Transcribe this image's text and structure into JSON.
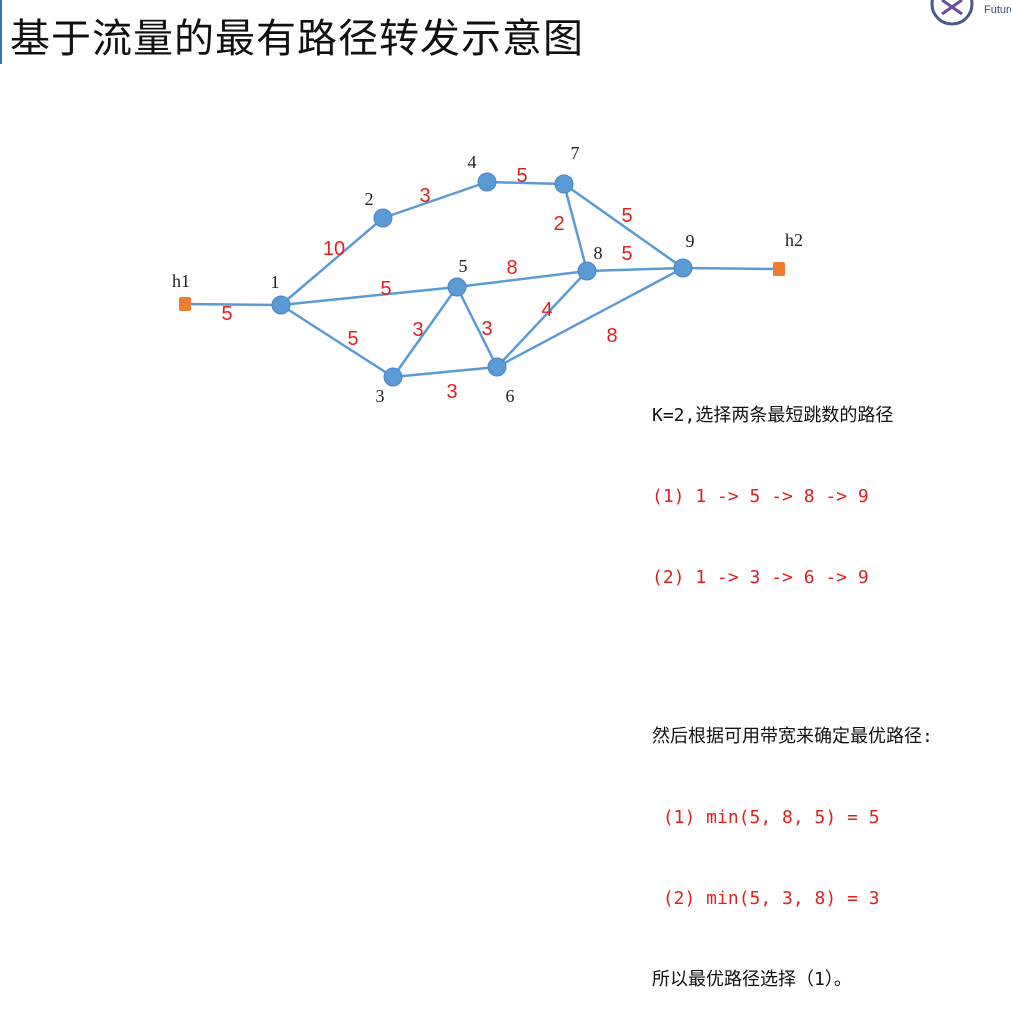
{
  "title": "基于流量的最有路径转发示意图",
  "logo": {
    "text": "Future",
    "icon": "future-x-logo-icon"
  },
  "colors": {
    "edge": "#5b9bd5",
    "node": "#5b9bd5",
    "host": "#ed7d31",
    "edge_label": "#e02020"
  },
  "graph": {
    "nodes": [
      {
        "id": "1",
        "label": "1",
        "type": "switch"
      },
      {
        "id": "2",
        "label": "2",
        "type": "switch"
      },
      {
        "id": "3",
        "label": "3",
        "type": "switch"
      },
      {
        "id": "4",
        "label": "4",
        "type": "switch"
      },
      {
        "id": "5",
        "label": "5",
        "type": "switch"
      },
      {
        "id": "6",
        "label": "6",
        "type": "switch"
      },
      {
        "id": "7",
        "label": "7",
        "type": "switch"
      },
      {
        "id": "8",
        "label": "8",
        "type": "switch"
      },
      {
        "id": "9",
        "label": "9",
        "type": "switch"
      },
      {
        "id": "h1",
        "label": "h1",
        "type": "host"
      },
      {
        "id": "h2",
        "label": "h2",
        "type": "host"
      }
    ],
    "edges": [
      {
        "from": "h1",
        "to": "1",
        "weight": "5"
      },
      {
        "from": "1",
        "to": "2",
        "weight": "10"
      },
      {
        "from": "2",
        "to": "4",
        "weight": "3"
      },
      {
        "from": "4",
        "to": "7",
        "weight": "5"
      },
      {
        "from": "7",
        "to": "8",
        "weight": "2"
      },
      {
        "from": "7",
        "to": "9",
        "weight": "5"
      },
      {
        "from": "1",
        "to": "5",
        "weight": "5"
      },
      {
        "from": "5",
        "to": "8",
        "weight": "8"
      },
      {
        "from": "8",
        "to": "9",
        "weight": "5"
      },
      {
        "from": "1",
        "to": "3",
        "weight": "5"
      },
      {
        "from": "3",
        "to": "5",
        "weight": "3"
      },
      {
        "from": "5",
        "to": "6",
        "weight": "3"
      },
      {
        "from": "3",
        "to": "6",
        "weight": "3"
      },
      {
        "from": "6",
        "to": "8",
        "weight": "4"
      },
      {
        "from": "6",
        "to": "9",
        "weight": "8"
      },
      {
        "from": "9",
        "to": "h2",
        "weight": ""
      }
    ]
  },
  "notes": {
    "line1": "K=2,选择两条最短跳数的路径",
    "line2": "(1) 1 -> 5 -> 8 -> 9",
    "line3": "(2) 1 -> 3 -> 6 -> 9",
    "line4": "然后根据可用带宽来确定最优路径:",
    "line5": " (1) min(5, 8, 5) = 5",
    "line6": " (2) min(5, 3, 8) = 3",
    "line7": "所以最优路径选择（1）。"
  }
}
